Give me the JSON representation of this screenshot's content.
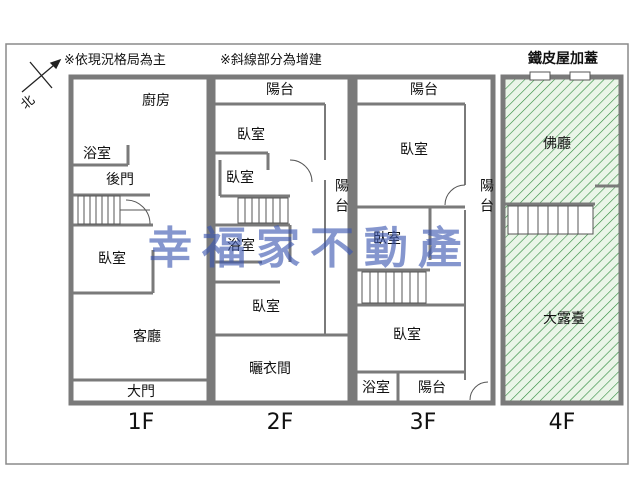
{
  "notes": {
    "as_built": "※依現況格局為主",
    "hatched": "※斜線部分為增建"
  },
  "roof_addition": "鐵皮屋加蓋",
  "north": "北",
  "floors": [
    {
      "id": "1F",
      "label": "1F",
      "rooms": {
        "kitchen": "廚房",
        "bath": "浴室",
        "back_door": "後門",
        "bedroom": "臥室",
        "living": "客廳",
        "main_door": "大門"
      }
    },
    {
      "id": "2F",
      "label": "2F",
      "rooms": {
        "balcony": "陽台",
        "bedroom_a": "臥室",
        "bedroom_b": "臥室",
        "bath": "浴室",
        "bedroom_c": "臥室",
        "laundry": "曬衣間",
        "side_balcony": "陽台"
      }
    },
    {
      "id": "3F",
      "label": "3F",
      "rooms": {
        "balcony": "陽台",
        "bedroom_a": "臥室",
        "bedroom_b": "臥室",
        "bedroom_c": "臥室",
        "bath": "浴室",
        "balcony_b": "陽台",
        "side_balcony": "陽台"
      }
    },
    {
      "id": "4F",
      "label": "4F",
      "rooms": {
        "shrine": "佛廳",
        "terrace": "大露臺"
      }
    }
  ],
  "watermark": "幸福家不動產",
  "colors": {
    "wall": "#777777",
    "hatch": "#2e8b3c",
    "hatch_bg": "#eaf5e8",
    "watermark": "#3a56b0"
  }
}
